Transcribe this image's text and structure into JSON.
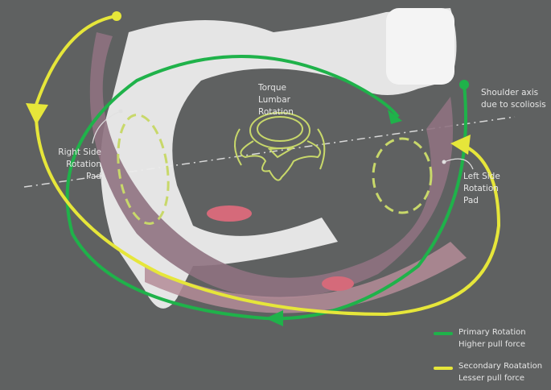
{
  "labels": {
    "torque": [
      "Torque",
      "Lumbar",
      "Rotation"
    ],
    "shoulder_axis": [
      "Shoulder axis",
      "due to scoliosis"
    ],
    "right_pad": [
      "Right Side",
      "Rotation",
      "Pad"
    ],
    "left_pad": [
      "Left Side",
      "Rotation",
      "Pad"
    ]
  },
  "legend": [
    {
      "line1": "Primary Rotation",
      "line2": "Higher pull force",
      "color": "#1fb24a"
    },
    {
      "line1": "Secondary Roatation",
      "line2": "Lesser pull force",
      "color": "#e6e63a"
    }
  ],
  "colors": {
    "background": "#5f6161",
    "pad_outline": "#c8d86a",
    "brace_shell": "#ececec",
    "strap": "#9a7a86"
  }
}
